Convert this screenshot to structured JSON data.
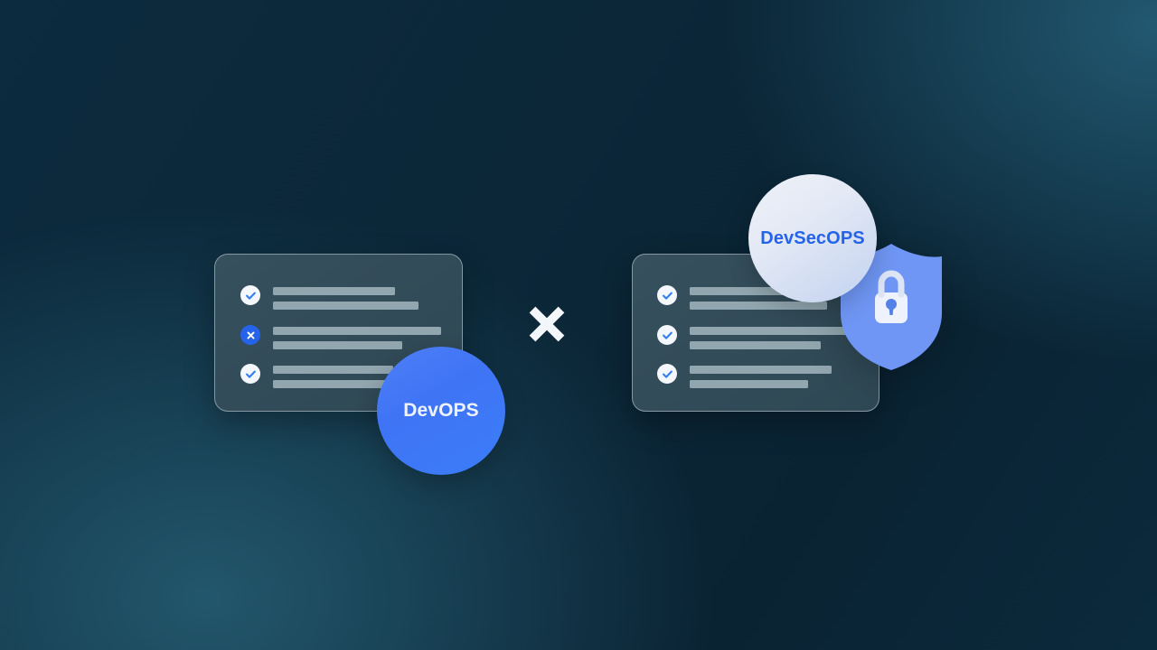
{
  "background": {
    "color_dark": "#0a2333",
    "color_light": "#275f75"
  },
  "divider": {
    "icon": "close-x-icon",
    "color": "#f3f6fa"
  },
  "panels": [
    {
      "id": "devops",
      "name": "devops-panel",
      "badge": {
        "label": "DevOPS",
        "text_color": "#eef2fb",
        "fill_color": "#3f74f5",
        "icon": "devops-badge"
      },
      "rows": [
        {
          "status": "check",
          "status_icon": "check-circle-icon",
          "bars": [
            135,
            161
          ]
        },
        {
          "status": "cross",
          "status_icon": "cross-circle-icon",
          "bars": [
            186,
            143
          ]
        },
        {
          "status": "check",
          "status_icon": "check-circle-icon",
          "bars": [
            133,
            125
          ]
        }
      ]
    },
    {
      "id": "devsecops",
      "name": "devsecops-panel",
      "badge": {
        "label": "DevSecOPS",
        "text_color": "#2563eb",
        "fill_color": "#dbe3f3",
        "icon": "devsecops-badge"
      },
      "shield": {
        "icon": "shield-lock-icon",
        "fill_color": "#6f96f4",
        "lock_color": "#eef2fb"
      },
      "rows": [
        {
          "status": "check",
          "status_icon": "check-circle-icon",
          "bars": [
            149,
            152
          ]
        },
        {
          "status": "check",
          "status_icon": "check-circle-icon",
          "bars": [
            184,
            145
          ]
        },
        {
          "status": "check",
          "status_icon": "check-circle-icon",
          "bars": [
            157,
            131
          ]
        }
      ]
    }
  ],
  "colors": {
    "card_fill": "#334c59",
    "card_border": "#cad8e0",
    "bar_fill": "#91a6af",
    "accent_blue": "#2563eb",
    "icon_light": "#f4f7fb"
  }
}
